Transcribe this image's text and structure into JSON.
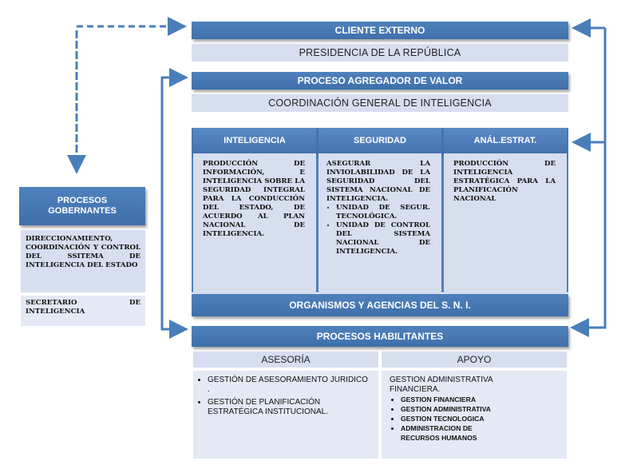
{
  "cliente": {
    "header": "CLIENTE EXTERNO",
    "sub": "PRESIDENCIA DE LA REPÚBLICA"
  },
  "agregador": {
    "header": "PROCESO AGREGADOR DE VALOR",
    "sub": "COORDINACIÓN GENERAL DE INTELIGENCIA"
  },
  "columns": {
    "inteligencia": {
      "header": "INTELIGENCIA",
      "text": "PRODUCCIÓN DE INFORMACIÓN, E INTELIGENCIA SOBRE LA SEGURIDAD INTEGRAL PARA LA CONDUCCIÓN DEL ESTADO, DE ACUERDO AL PLAN NACIONAL DE INTELIGENCIA."
    },
    "seguridad": {
      "header": "SEGURIDAD",
      "text": "ASEGURAR LA INVIOLABILIDAD DE LA SEGURIDAD DEL SISTEMA NACIONAL DE INTELIGENCIA.",
      "items": [
        "UNIDAD DE SEGUR. TECNOLÓGICA.",
        "UNIDAD DE CONTROL DEL SISTEMA NACIONAL DE INTELIGENCIA."
      ]
    },
    "analisis": {
      "header": "ANÁL.ESTRAT.",
      "text": "PRODUCCIÓN DE INTELIGENCIA ESTRATÉGICA PARA LA PLANIFICACIÓN NACIONAL"
    }
  },
  "organismos": {
    "header": "ORGANISMOS Y AGENCIAS DEL S. N. I."
  },
  "habilitantes": {
    "header": "PROCESOS HABILITANTES",
    "asesoria": {
      "title": "ASESORÍA",
      "items": [
        "GESTIÓN DE ASESORAMIENTO JURIDICO .",
        "GESTIÓN DE PLANIFICACIÓN ESTRATÉGICA INSTITUCIONAL."
      ]
    },
    "apoyo": {
      "title": "APOYO",
      "intro": "GESTION ADMINISTRATIVA FINANCIERA.",
      "items": [
        "GESTION FINANCIERA",
        "GESTION ADMINISTRATIVA",
        "GESTION TECNOLOGICA",
        "ADMINISTRACION DE RECURSOS HUMANOS"
      ]
    }
  },
  "gobernantes": {
    "header": "PROCESOS GOBERNANTES",
    "text1": "DIRECCIONAMIENTO, COORDINACIÓN Y CONTROL DEL SSITEMA DE INTELIGENCIA DEL ESTADO",
    "text2": "SECRETARIO DE INTELIGENCIA"
  },
  "colors": {
    "header_blue": "#4f81bd",
    "light_blue": "#d6def0",
    "arrow_blue": "#4a7ebb"
  }
}
